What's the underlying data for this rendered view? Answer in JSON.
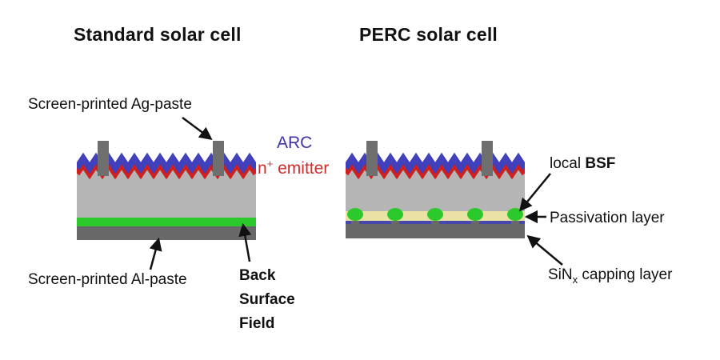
{
  "titles": {
    "standard": "Standard solar cell",
    "perc": "PERC solar cell"
  },
  "labels": {
    "ag_paste": "Screen-printed Ag-paste",
    "al_paste": "Screen-printed Al-paste",
    "arc": "ARC",
    "emitter": {
      "base": "n",
      "sup": "+",
      "rest": " emitter"
    },
    "local_bsf": {
      "normal": "local ",
      "bold": "BSF"
    },
    "passivation": "Passivation layer",
    "sinx": {
      "base": "SiN",
      "sub": "x",
      "rest": " capping layer"
    },
    "bsf_lines": [
      "Back",
      "Surface",
      "Field"
    ]
  },
  "colors": {
    "background": "#ffffff",
    "title_text": "#111111",
    "label_text": "#111111",
    "arc_text": "#3c35a8",
    "emitter_text": "#d22b2b",
    "arc_layer": "#4040bb",
    "emitter_layer": "#d01f1f",
    "silicon_bulk": "#b5b5b5",
    "contact_finger": "#6f6f6f",
    "bsf_green": "#2cc92c",
    "back_metal": "#686868",
    "passivation_yellow": "#e9e2a4",
    "dielectric_blue": "#4747ad",
    "arrow": "#111111"
  }
}
